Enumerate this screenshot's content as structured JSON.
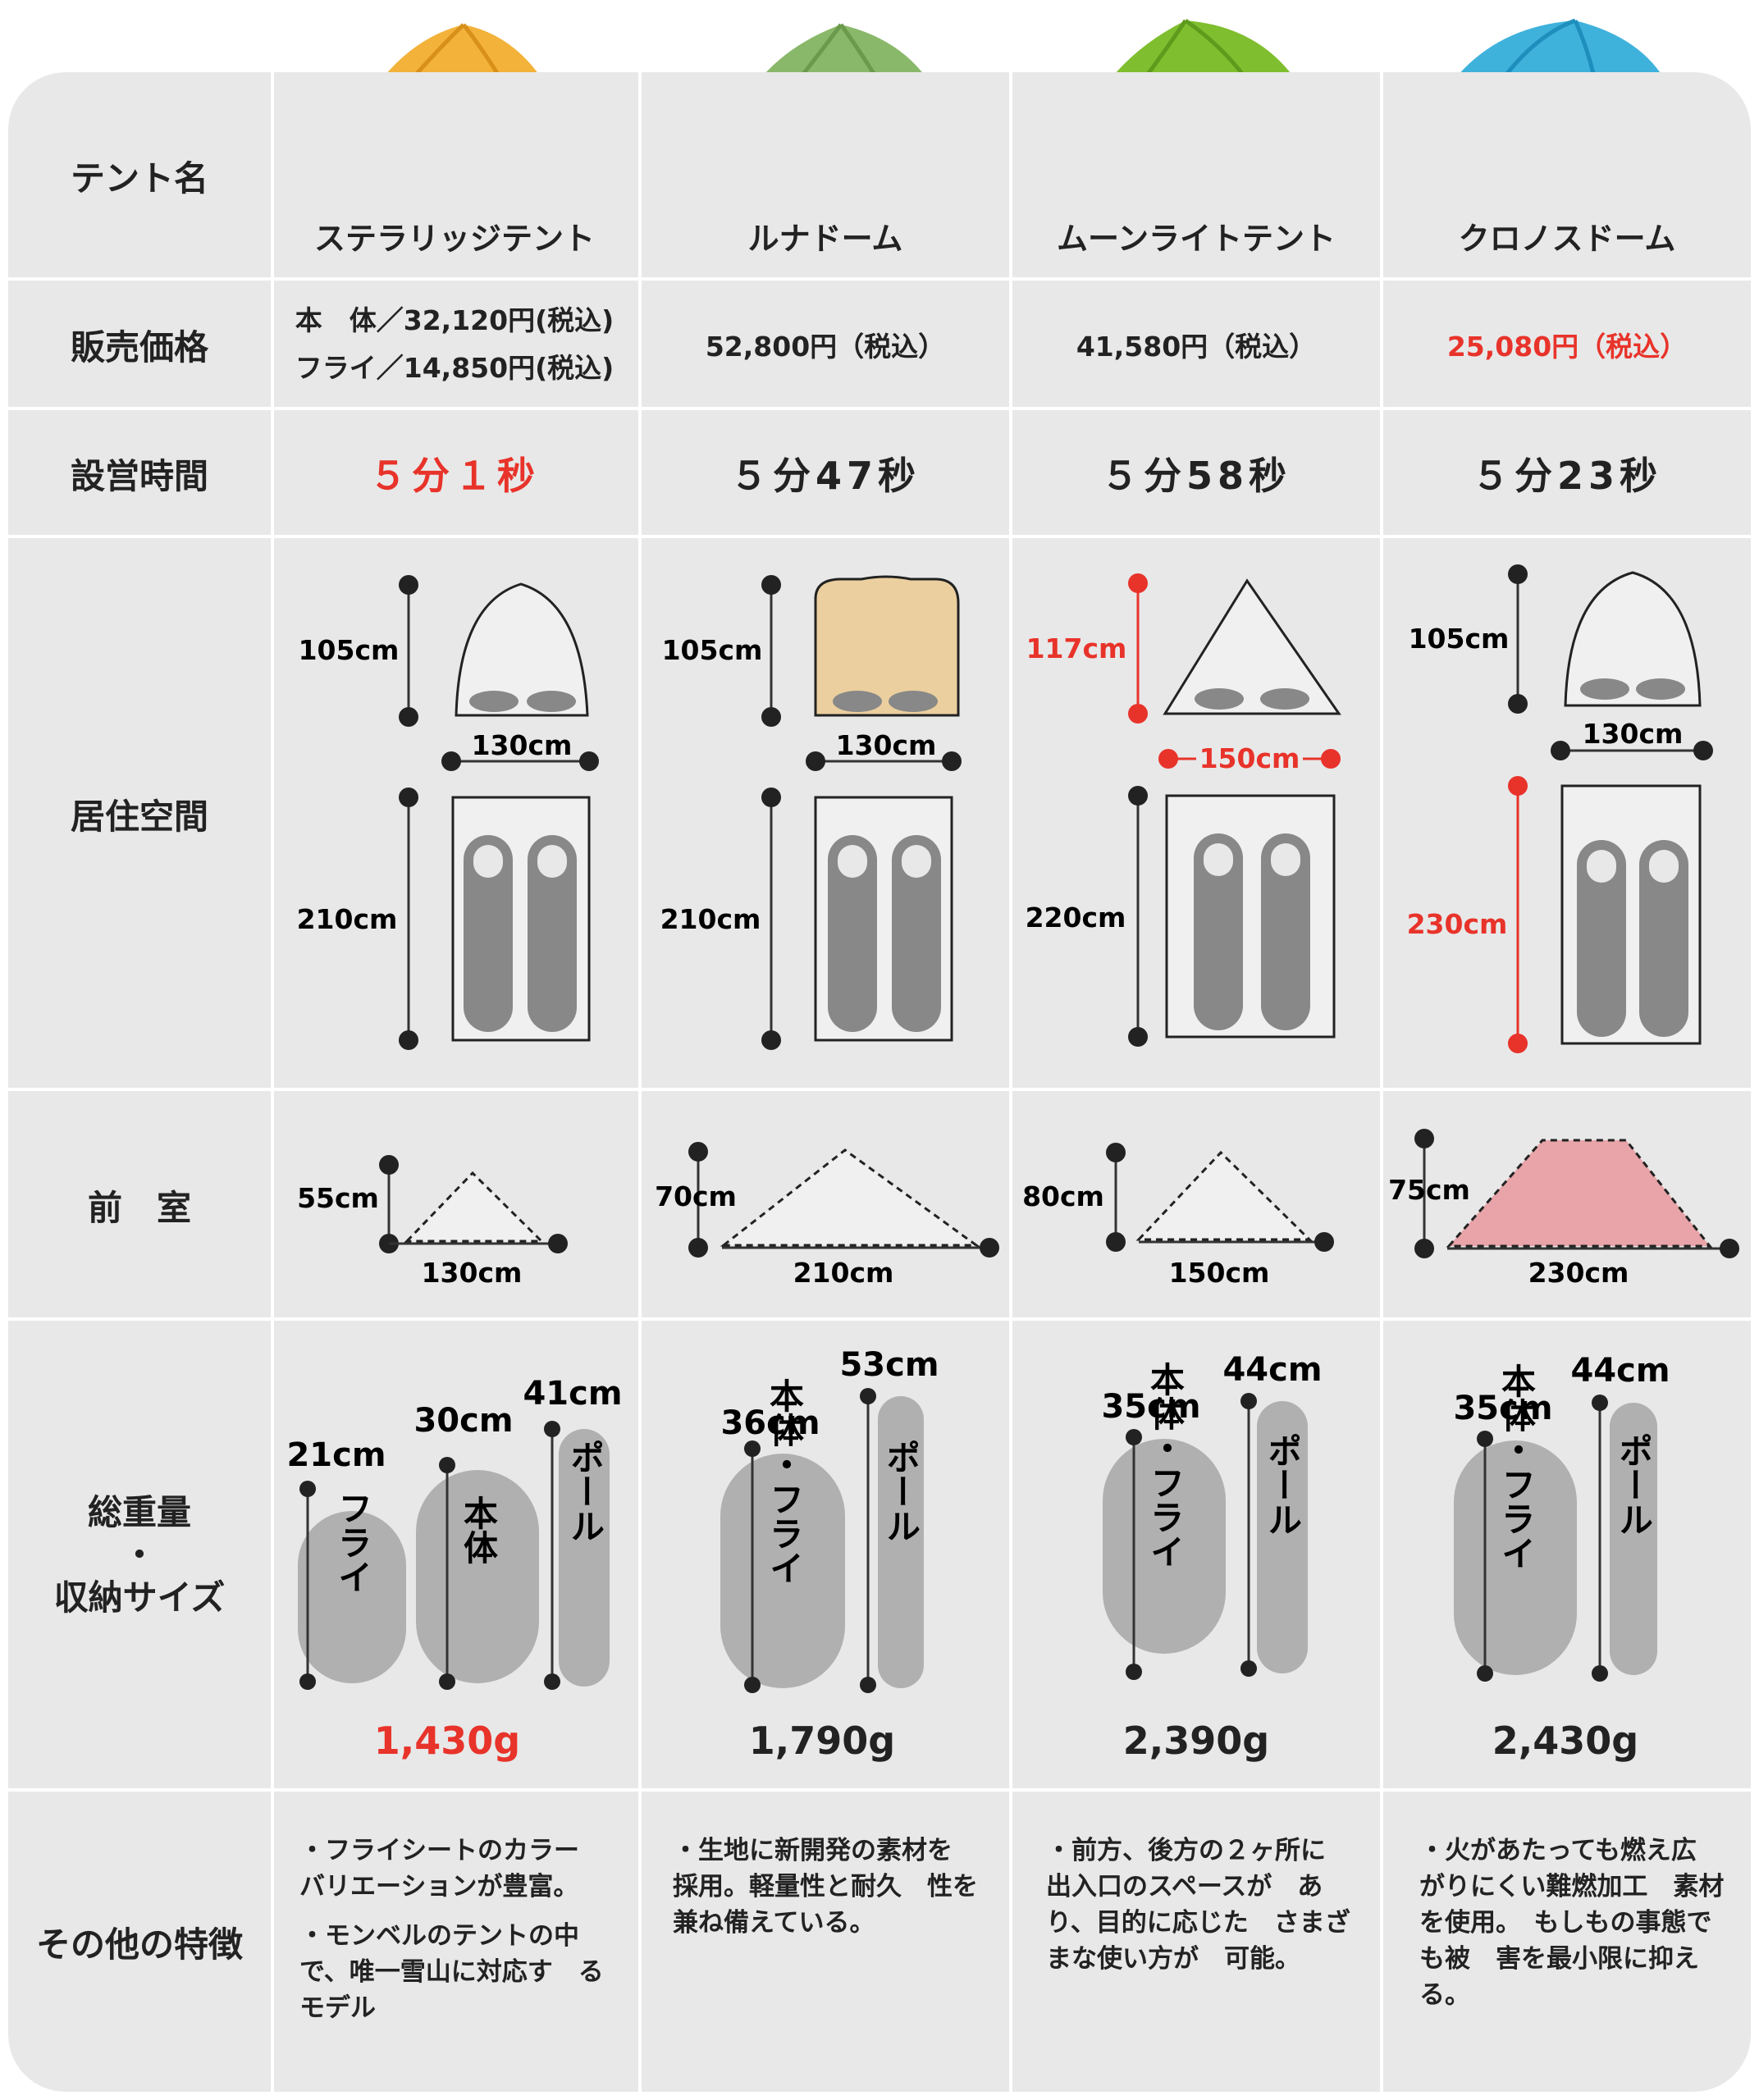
{
  "row_labels": {
    "name": "テント名",
    "price": "販売価格",
    "setup": "設営時間",
    "space": "居住空間",
    "vestibule": "前　室",
    "weight_line1": "総重量",
    "weight_line2": "・",
    "weight_line3": "収納サイズ",
    "features": "その他の特徴"
  },
  "colors": {
    "accent_red": "#e8332a",
    "cell_bg": "#e8e8e8",
    "grid": "#ffffff",
    "bag_gray": "#888888",
    "pack_gray": "#b0b0b0"
  },
  "tents": [
    {
      "name": "ステラリッジテント",
      "tent_color": "#f3b23a",
      "price_line1": "本　体／32,120円(税込)",
      "price_line2": "フライ／14,850円(税込)",
      "setup_time": "５分１秒",
      "setup_highlight": true,
      "height": "105cm",
      "width": "130cm",
      "length": "210cm",
      "vest_depth": "55cm",
      "vest_width": "130cm",
      "pack_sizes": [
        "21cm",
        "30cm",
        "41cm"
      ],
      "pack_labels": [
        "フライ",
        "本体",
        "ポール"
      ],
      "weight": "1,430g",
      "weight_highlight": true,
      "features": [
        "・フライシートのカラー　バリエーションが豊富。",
        "・モンベルのテントの中　で、唯一雪山に対応す　るモデル"
      ]
    },
    {
      "name": "ルナドーム",
      "tent_color": "#8ab86a",
      "price": "52,800円（税込）",
      "setup_time": "５分47秒",
      "height": "105cm",
      "width": "130cm",
      "length": "210cm",
      "vest_depth": "70cm",
      "vest_width": "210cm",
      "pack_sizes": [
        "36cm",
        "53cm"
      ],
      "pack_labels": [
        "本体・フライ",
        "ポール"
      ],
      "weight": "1,790g",
      "features": [
        "・生地に新開発の素材を　採用。軽量性と耐久　性を兼ね備えている。"
      ]
    },
    {
      "name": "ムーンライトテント",
      "tent_color": "#7fbe2e",
      "price": "41,580円（税込）",
      "setup_time": "５分58秒",
      "height": "117cm",
      "width": "150cm",
      "length": "220cm",
      "vest_depth": "80cm",
      "vest_width": "150cm",
      "pack_sizes": [
        "35cm",
        "44cm"
      ],
      "pack_labels": [
        "本体・フライ",
        "ポール"
      ],
      "weight": "2,390g",
      "features": [
        "・前方、後方の２ヶ所に　出入口のスペースが　あり、目的に応じた　さまざまな使い方が　可能。"
      ]
    },
    {
      "name": "クロノスドーム",
      "tent_color": "#3fb2dc",
      "price": "25,080円（税込）",
      "price_highlight": true,
      "setup_time": "５分23秒",
      "height": "105cm",
      "width": "130cm",
      "length": "230cm",
      "vest_depth": "75cm",
      "vest_width": "230cm",
      "pack_sizes": [
        "35cm",
        "44cm"
      ],
      "pack_labels": [
        "本体・フライ",
        "ポール"
      ],
      "weight": "2,430g",
      "features": [
        "・火があたっても燃え広　がりにくい難燃加工　素材を使用。　もしもの事態でも被　害を最小限に抑える。"
      ]
    }
  ]
}
